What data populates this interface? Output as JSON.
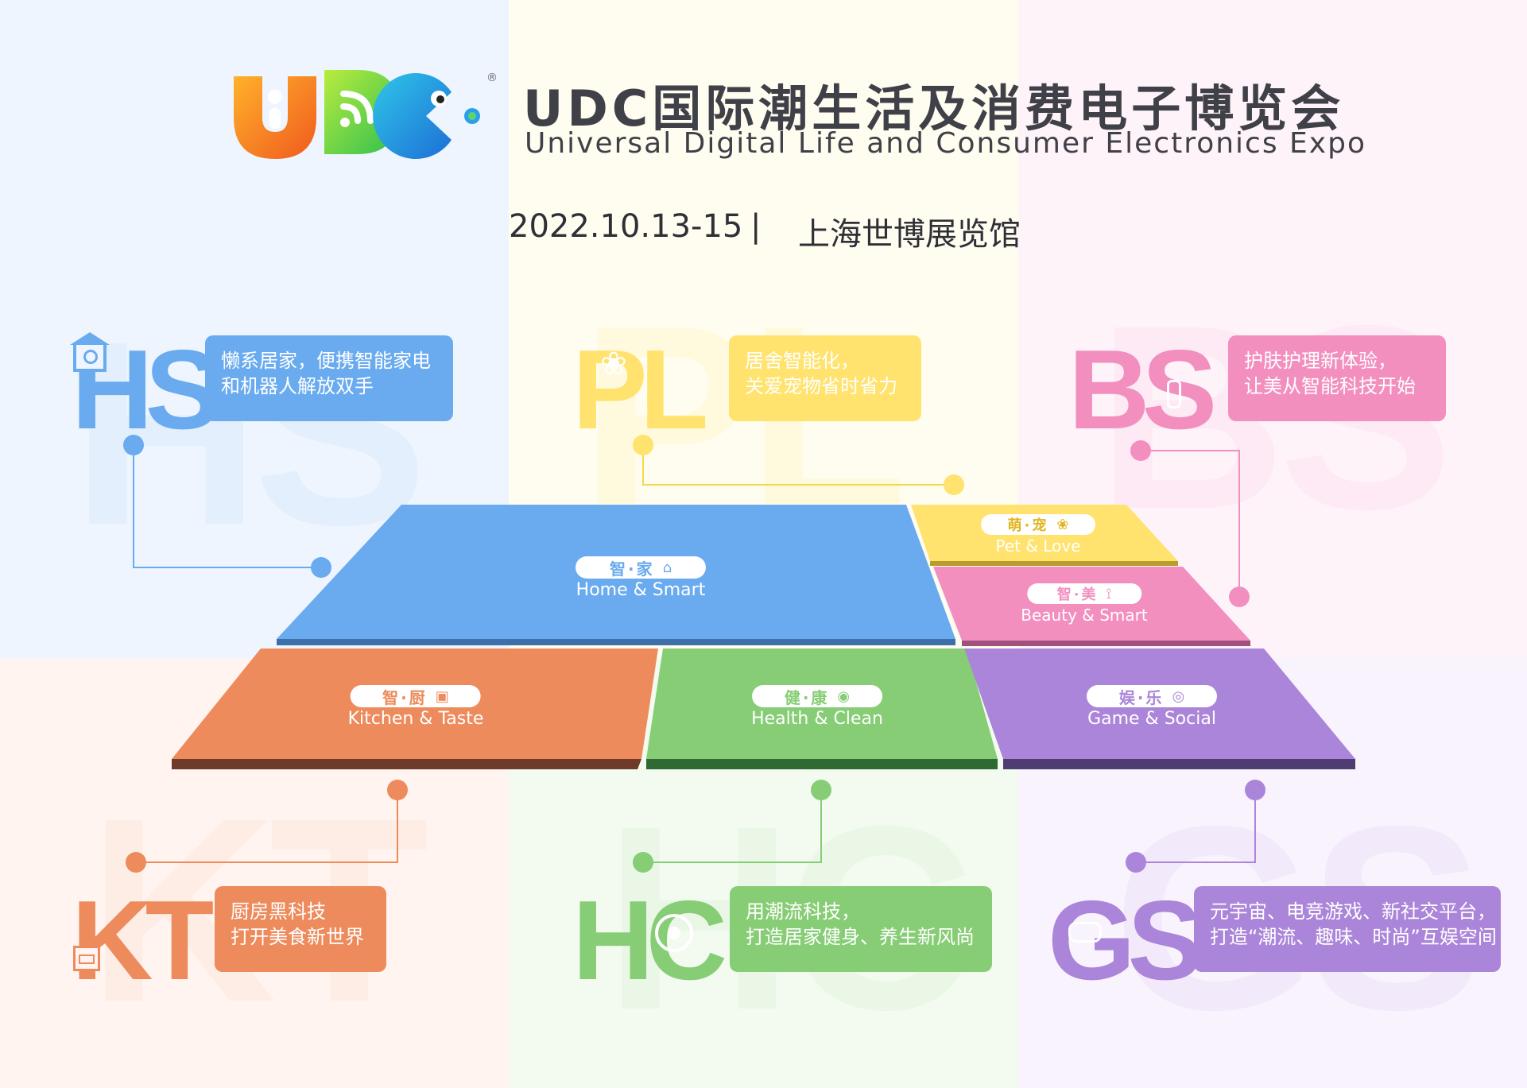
{
  "header": {
    "title_zh": "UDC国际潮生活及消费电子博览会",
    "title_en": "Universal Digital Life and Consumer Electronics Expo",
    "date": "2022.10.13-15",
    "separator": "|",
    "venue": "上海世博展览馆",
    "logo_letters": "UDC",
    "logo_registered": "®"
  },
  "colors": {
    "blue": "#6aabef",
    "yellow": "#ffe36e",
    "pink": "#f28fbf",
    "orange": "#ed8b5c",
    "green": "#87cd75",
    "purple": "#ab85d9"
  },
  "sections": {
    "hs": {
      "letters": "HS",
      "icon": "smart-home-power-icon",
      "line1": "懒系居家，便携智能家电",
      "line2": "和机器人解放双手"
    },
    "pl": {
      "letters": "PL",
      "icon": "paw-icon",
      "line1": "居舍智能化，",
      "line2": "关爱宠物省时省力"
    },
    "bs": {
      "letters": "BS",
      "icon": "beauty-device-icon",
      "line1": "护肤护理新体验，",
      "line2": "让美从智能科技开始"
    },
    "kt": {
      "letters": "KT",
      "icon": "oven-icon",
      "line1": "厨房黑科技",
      "line2": "打开美食新世界"
    },
    "hc": {
      "letters": "HC",
      "icon": "robot-vacuum-icon",
      "line1": "用潮流科技，",
      "line2": "打造居家健身、养生新风尚"
    },
    "gs": {
      "letters": "GS",
      "icon": "gamepad-icon",
      "line1": "元宇宙、电竞游戏、新社交平台，",
      "line2": "打造“潮流、趣味、时尚”互娱空间"
    }
  },
  "zones": {
    "home": {
      "zh": "智·家",
      "en": "Home & Smart",
      "icon": "house-icon"
    },
    "pet": {
      "zh": "萌·宠",
      "en": "Pet & Love",
      "icon": "paw-icon"
    },
    "beauty": {
      "zh": "智·美",
      "en": "Beauty & Smart",
      "icon": "beauty-device-icon"
    },
    "kitchen": {
      "zh": "智·厨",
      "en": "Kitchen & Taste",
      "icon": "oven-icon"
    },
    "health": {
      "zh": "健·康",
      "en": "Health & Clean",
      "icon": "robot-vacuum-icon"
    },
    "game": {
      "zh": "娱·乐",
      "en": "Game & Social",
      "icon": "gamepad-icon"
    }
  }
}
